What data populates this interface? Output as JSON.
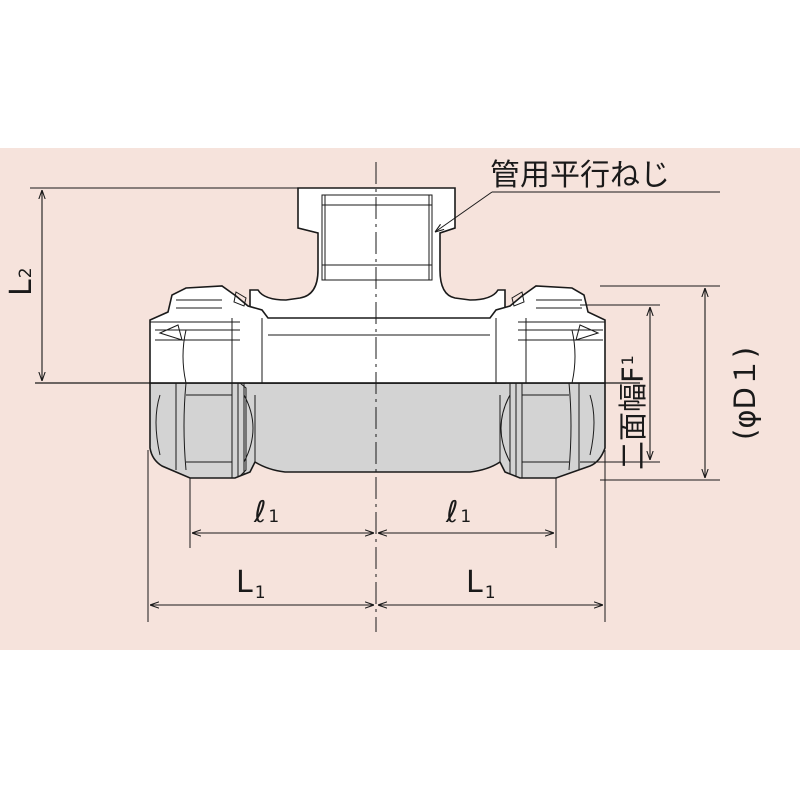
{
  "labels": {
    "thread": "管用平行ねじ",
    "L2_main": "L",
    "L2_sub": "2",
    "l1_left_main": "ℓ",
    "l1_left_sub": "1",
    "l1_right_main": "ℓ",
    "l1_right_sub": "1",
    "L1_left_main": "L",
    "L1_left_sub": "1",
    "L1_right_main": "L",
    "L1_right_sub": "1",
    "across_flats_main": "二面幅F",
    "across_flats_sub": "1",
    "diameter": "(φD１)"
  },
  "colors": {
    "background_band": "#f6e3dc",
    "body_fill": "#ffffff",
    "section_fill": "#d3d3d3",
    "line": "#1a1a1a"
  }
}
